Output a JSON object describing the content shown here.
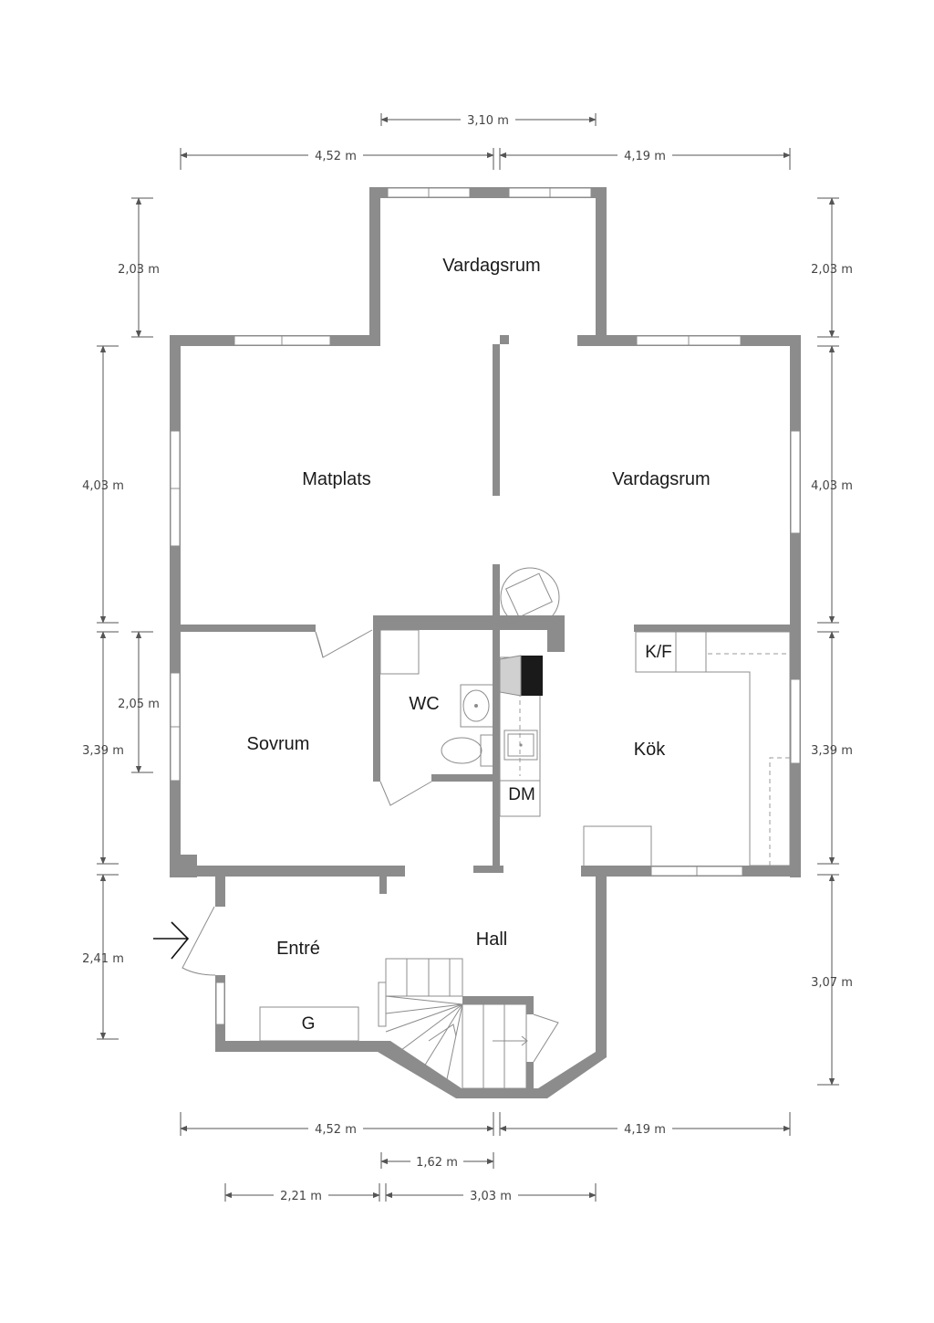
{
  "rooms": {
    "vardagsrum_top": "Vardagsrum",
    "matplats": "Matplats",
    "vardagsrum": "Vardagsrum",
    "sovrum": "Sovrum",
    "wc": "WC",
    "kok": "Kök",
    "dm": "DM",
    "kf": "K/F",
    "entre": "Entré",
    "hall": "Hall",
    "g": "G"
  },
  "dimensions": {
    "top_310": "3,10 m",
    "top_452": "4,52 m",
    "top_419": "4,19 m",
    "left_203": "2,03 m",
    "right_203": "2,03 m",
    "left_403": "4,03 m",
    "right_403": "4,03 m",
    "left_205": "2,05 m",
    "left_339": "3,39 m",
    "right_339": "3,39 m",
    "left_241": "2,41 m",
    "right_307": "3,07 m",
    "bottom_452": "4,52 m",
    "bottom_419": "4,19 m",
    "bottom_162": "1,62 m",
    "bottom_221": "2,21 m",
    "bottom_303": "3,03 m"
  },
  "colors": {
    "wall": "#8c8c8c",
    "dimension": "#555555",
    "text": "#1a1a1a"
  }
}
